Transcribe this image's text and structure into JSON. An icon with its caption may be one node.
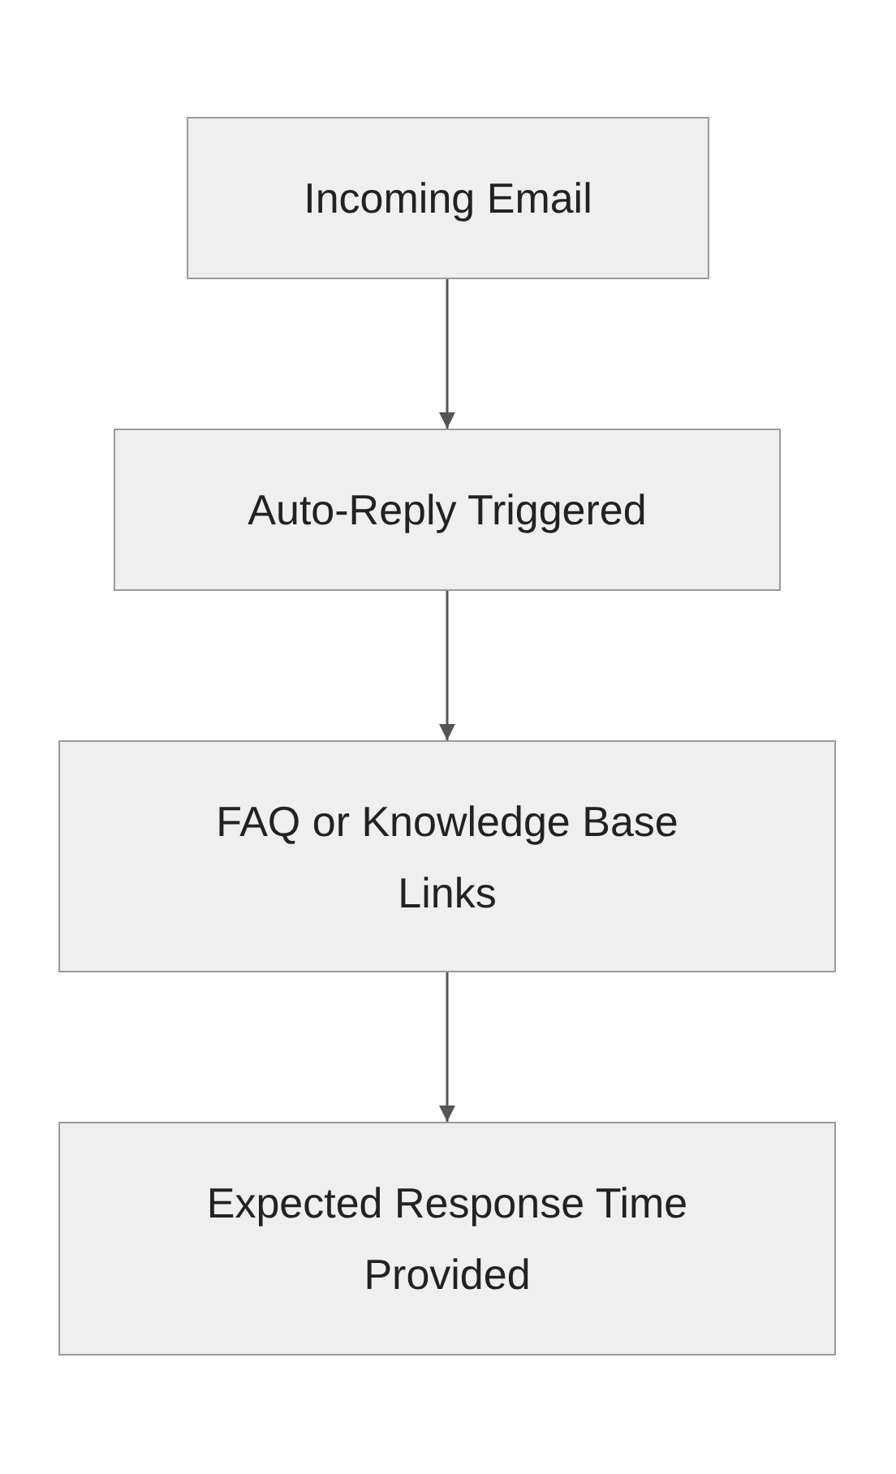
{
  "diagram": {
    "nodes": [
      {
        "text": [
          "Incoming Email"
        ]
      },
      {
        "text": [
          "Auto-Reply Triggered"
        ]
      },
      {
        "text": [
          "FAQ or Knowledge Base Links"
        ]
      },
      {
        "text": [
          "Expected Response Time Provided"
        ]
      }
    ],
    "edges": [
      {
        "from": 0,
        "to": 1,
        "arrow": "to"
      },
      {
        "from": 1,
        "to": 2,
        "arrow": "to"
      },
      {
        "from": 2,
        "to": 3,
        "arrow": "to"
      }
    ]
  }
}
